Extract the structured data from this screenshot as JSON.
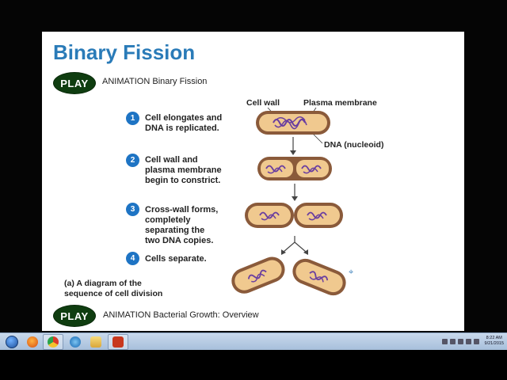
{
  "slide": {
    "title": "Binary Fission",
    "play_top": {
      "label": "PLAY",
      "caption": "ANIMATION Binary Fission"
    },
    "play_bottom": {
      "label": "PLAY",
      "caption": "ANIMATION Bacterial Growth: Overview"
    },
    "steps": [
      {
        "num": "1",
        "text": "Cell elongates and\nDNA is replicated."
      },
      {
        "num": "2",
        "text": "Cell wall and\nplasma membrane\nbegin to constrict."
      },
      {
        "num": "3",
        "text": "Cross-wall forms,\ncompletely\nseparating the\ntwo DNA copies."
      },
      {
        "num": "4",
        "text": "Cells separate."
      }
    ],
    "labels": {
      "cell_wall": "Cell wall",
      "plasma_membrane": "Plasma membrane",
      "dna": "DNA (nucleoid)"
    },
    "caption_prefix": "(a)",
    "caption": "A diagram of the\nsequence of cell division"
  },
  "taskbar": {
    "clock_time": "8:22 AM",
    "clock_date": "9/21/2015",
    "items": [
      "start-button",
      "firefox",
      "chrome",
      "internet-explorer",
      "file-explorer",
      "powerpoint"
    ]
  },
  "colors": {
    "title": "#2a7bb8",
    "play_button": "#0f3d10",
    "step_badge": "#1e74c4",
    "cell_wall": "#8a5a3a",
    "cell_fill": "#f0c98f",
    "dna": "#6a3fa0"
  }
}
